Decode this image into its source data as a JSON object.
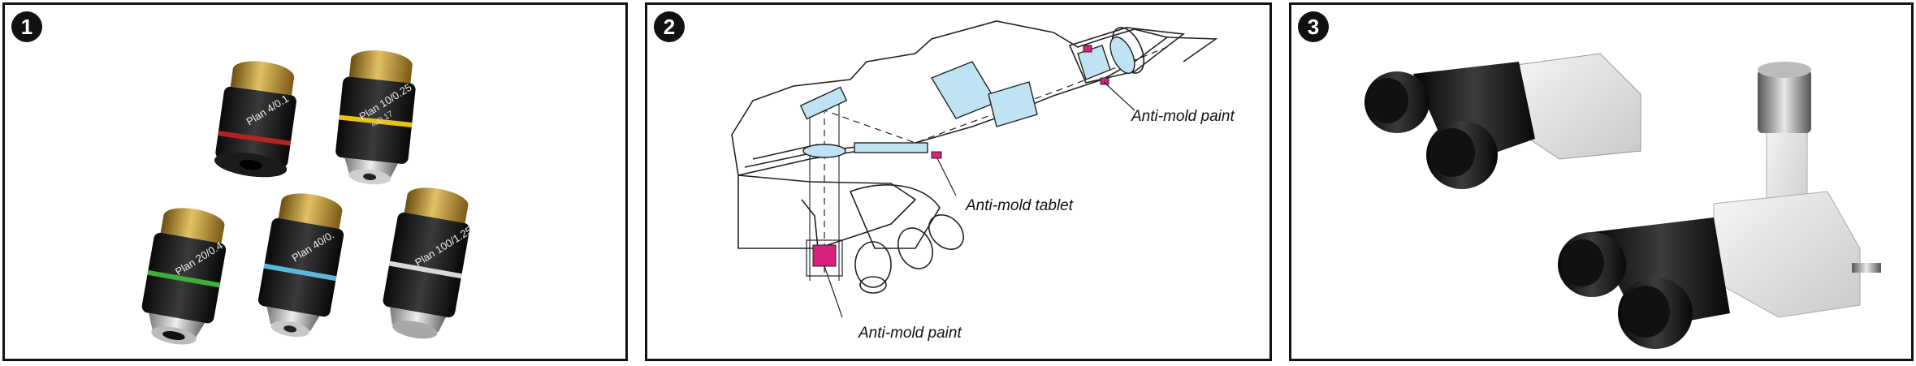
{
  "panels": [
    {
      "number": "1",
      "objectives": [
        {
          "engraving": "Plan 4/0.1",
          "band_color": "#b5231f"
        },
        {
          "engraving": "Plan 10/0.25",
          "band_color": "#e8c21a"
        },
        {
          "engraving": "Plan 20/0.4",
          "band_color": "#3fae3a"
        },
        {
          "engraving": "Plan 40/0.",
          "band_color": "#5ab8e0"
        },
        {
          "engraving": "Plan 100/1.25",
          "band_color": "#d9d9d9"
        }
      ],
      "spec_text": "∞/0.17"
    },
    {
      "number": "2",
      "labels": {
        "top_right": "Anti-mold paint",
        "middle": "Anti-mold tablet",
        "bottom": "Anti-mold paint"
      },
      "colors": {
        "optics": "#bfe3f2",
        "paint": "#d6217f"
      }
    },
    {
      "number": "3"
    }
  ]
}
